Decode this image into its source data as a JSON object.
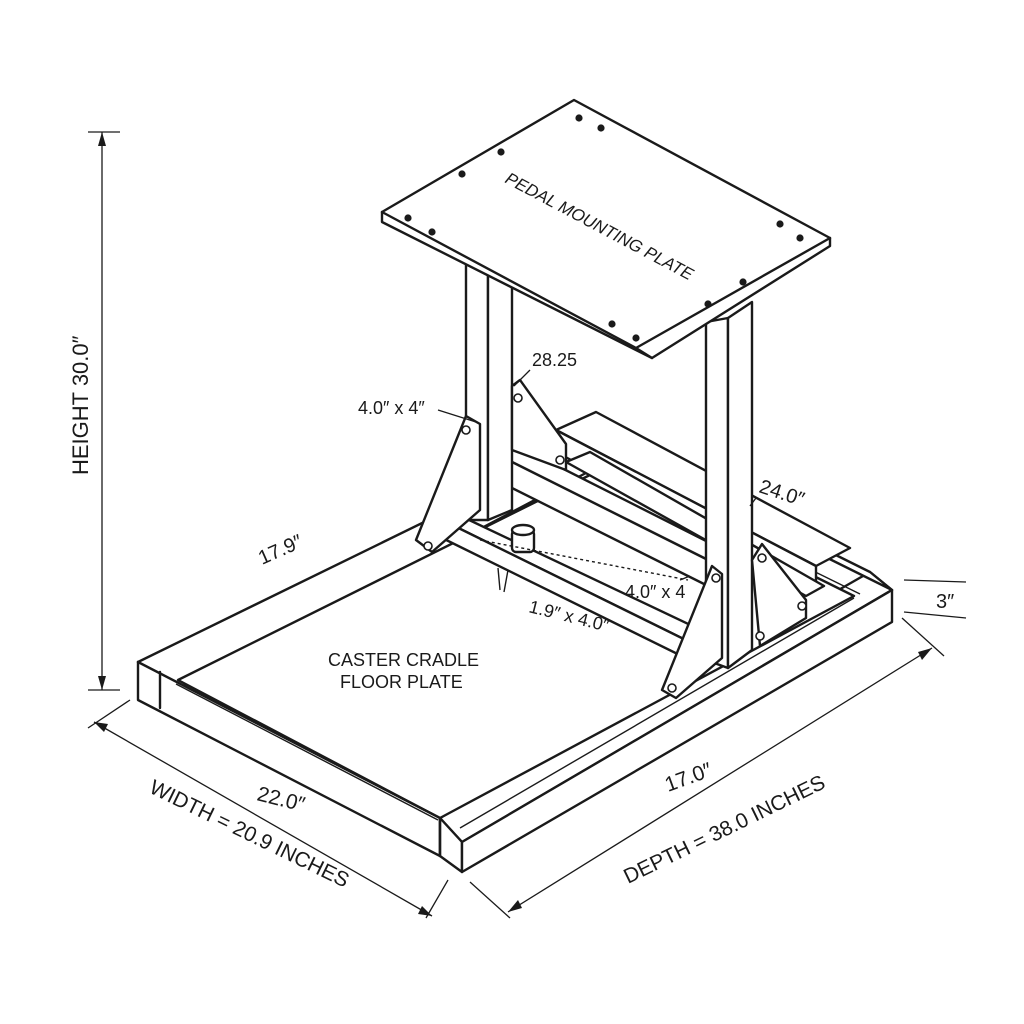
{
  "labels": {
    "pedal_plate": "PEDAL MOUNTING PLATE",
    "height": "HEIGHT  30.0″",
    "dim_2825": "28.25",
    "dim_bracket_top": "4.0″ x 4″",
    "dim_179": "17.9″",
    "dim_240": "24.0″",
    "dim_bracket_low": "4.0″ x 4",
    "dim_3": "3″",
    "dim_tube": "1.9″ x 4.0″",
    "floor_plate_line1": "CASTER CRADLE",
    "floor_plate_line2": "FLOOR PLATE",
    "dim_220": "22.0″",
    "width": "WIDTH = 20.9 INCHES",
    "dim_170": "17.0″",
    "depth": "DEPTH = 38.0 INCHES"
  }
}
